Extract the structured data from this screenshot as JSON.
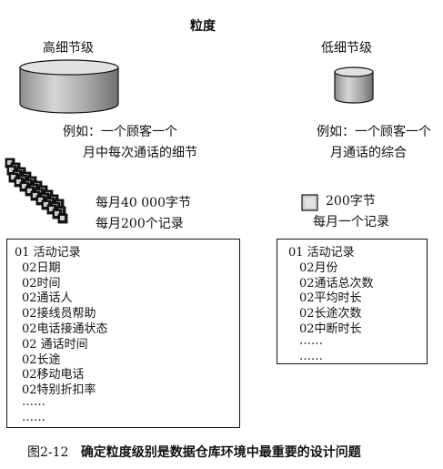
{
  "title": "粒度",
  "left": {
    "label": "高细节级",
    "example_line1": "例如：一个顾客一个",
    "example_line2": "月中每次通话的细节",
    "size_line1": "每月40 000字节",
    "size_line2": "每月200个记录",
    "record_lines": [
      "01 活动记录",
      "02日期",
      "02时间",
      "02通话人",
      "02接线员帮助",
      "02电话接通状态",
      "02 通话时间",
      "02长途",
      "02移动电话",
      "02特别折扣率",
      "……",
      "……"
    ]
  },
  "right": {
    "label": "低细节级",
    "example_line1": "例如：一个顾客一个",
    "example_line2": "月通话的综合",
    "size_line1": "200字节",
    "size_line2": "每月一个记录",
    "record_lines": [
      "01 活动记录",
      "02月份",
      "02通话总次数",
      "02平均时长",
      "02长途次数",
      "02中断时长",
      "……",
      "……"
    ]
  },
  "caption": {
    "figure_no": "图2-12",
    "text": "确定粒度级别是数据仓库环境中最重要的设计问题"
  },
  "colors": {
    "ink": "#111111",
    "cylinder_fill": "#bdbdbd",
    "cube_fill": "#cfcfcf"
  }
}
